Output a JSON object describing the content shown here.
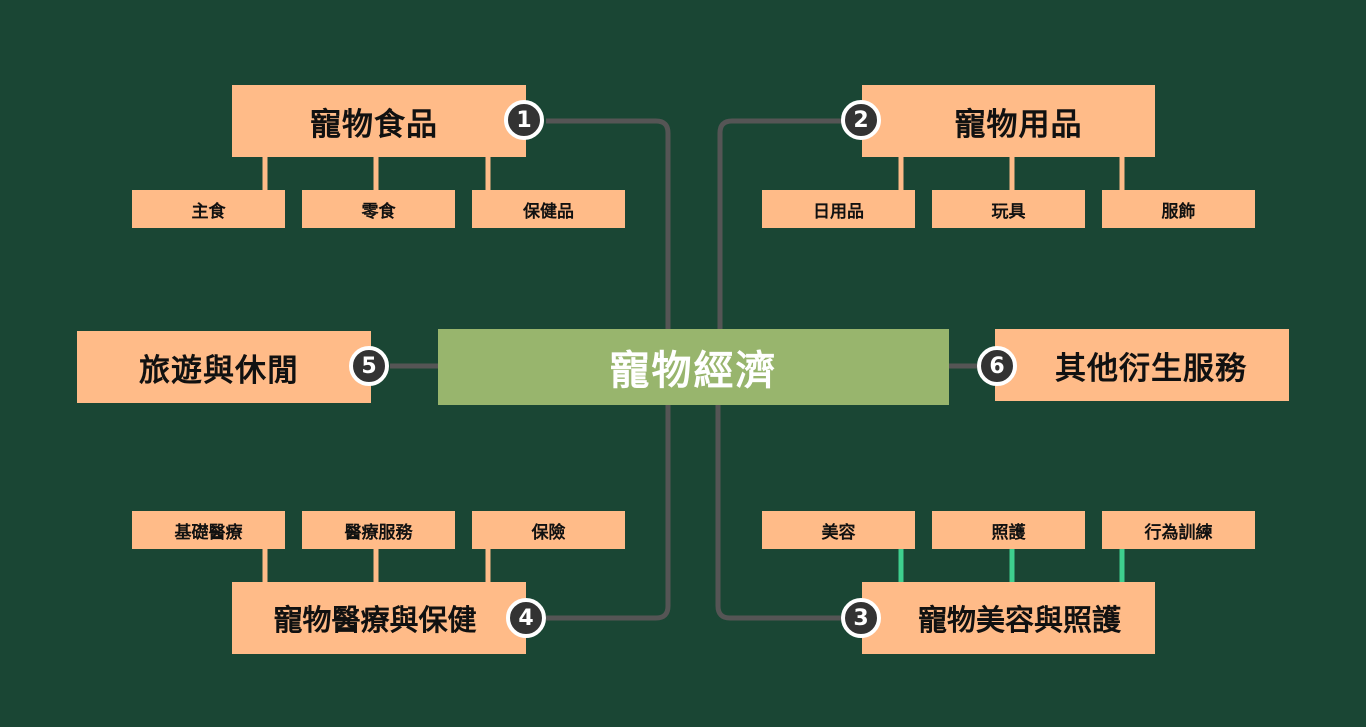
{
  "center": {
    "label": "寵物經濟"
  },
  "branches": [
    {
      "number": "1",
      "title": "寵物食品",
      "items": [
        "主食",
        "零食",
        "保健品"
      ]
    },
    {
      "number": "2",
      "title": "寵物用品",
      "items": [
        "日用品",
        "玩具",
        "服飾"
      ]
    },
    {
      "number": "3",
      "title": "寵物美容與照護",
      "items": [
        "美容",
        "照護",
        "行為訓練"
      ]
    },
    {
      "number": "4",
      "title": "寵物醫療與保健",
      "items": [
        "基礎醫療",
        "醫療服務",
        "保險"
      ]
    },
    {
      "number": "5",
      "title": "旅遊與休閒",
      "items": []
    },
    {
      "number": "6",
      "title": "其他衍生服務",
      "items": []
    }
  ],
  "colors": {
    "background": "#1a4634",
    "box": "#ffbb88",
    "center": "#98b56d",
    "connector": "#555555",
    "accent_connector": "#3ecf8e",
    "badge": "#333333"
  }
}
